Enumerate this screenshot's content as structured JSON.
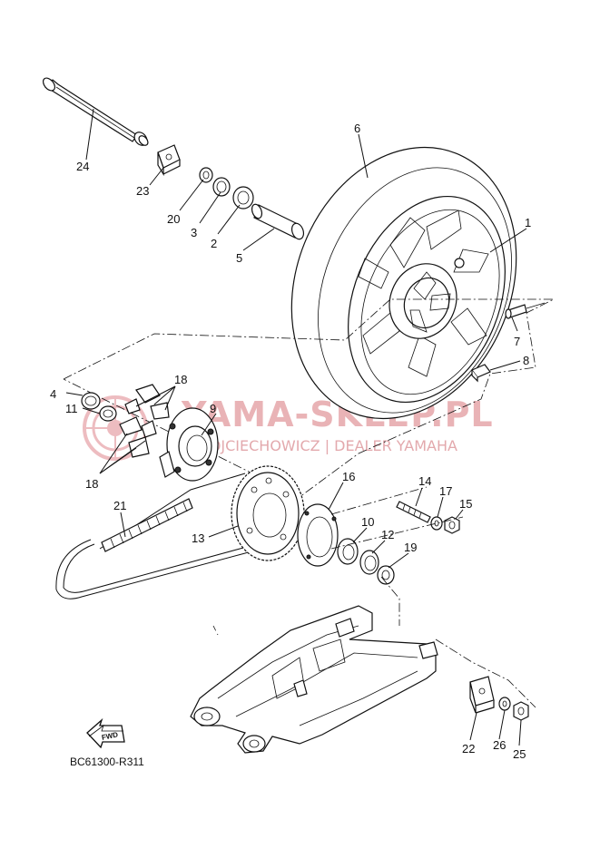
{
  "diagram": {
    "reference_code": "BC61300-R311",
    "fwd_arrow_text": "FWD",
    "watermark": {
      "brand": "YAMA-SKLEP.PL",
      "tagline": "WOJCIECHOWICZ | DEALER YAMAHA",
      "color": "#e9b3b6"
    },
    "callouts": {
      "c1": "1",
      "c2": "2",
      "c3": "3",
      "c4": "4",
      "c5": "5",
      "c6": "6",
      "c7": "7",
      "c8": "8",
      "c9": "9",
      "c10": "10",
      "c11": "11",
      "c12": "12",
      "c13": "13",
      "c14": "14",
      "c15": "15",
      "c16": "16",
      "c17": "17",
      "c18a": "18",
      "c18b": "18",
      "c19": "19",
      "c20": "20",
      "c21": "21",
      "c22": "22",
      "c23": "23",
      "c24": "24",
      "c25": "25",
      "c26": "26"
    }
  }
}
